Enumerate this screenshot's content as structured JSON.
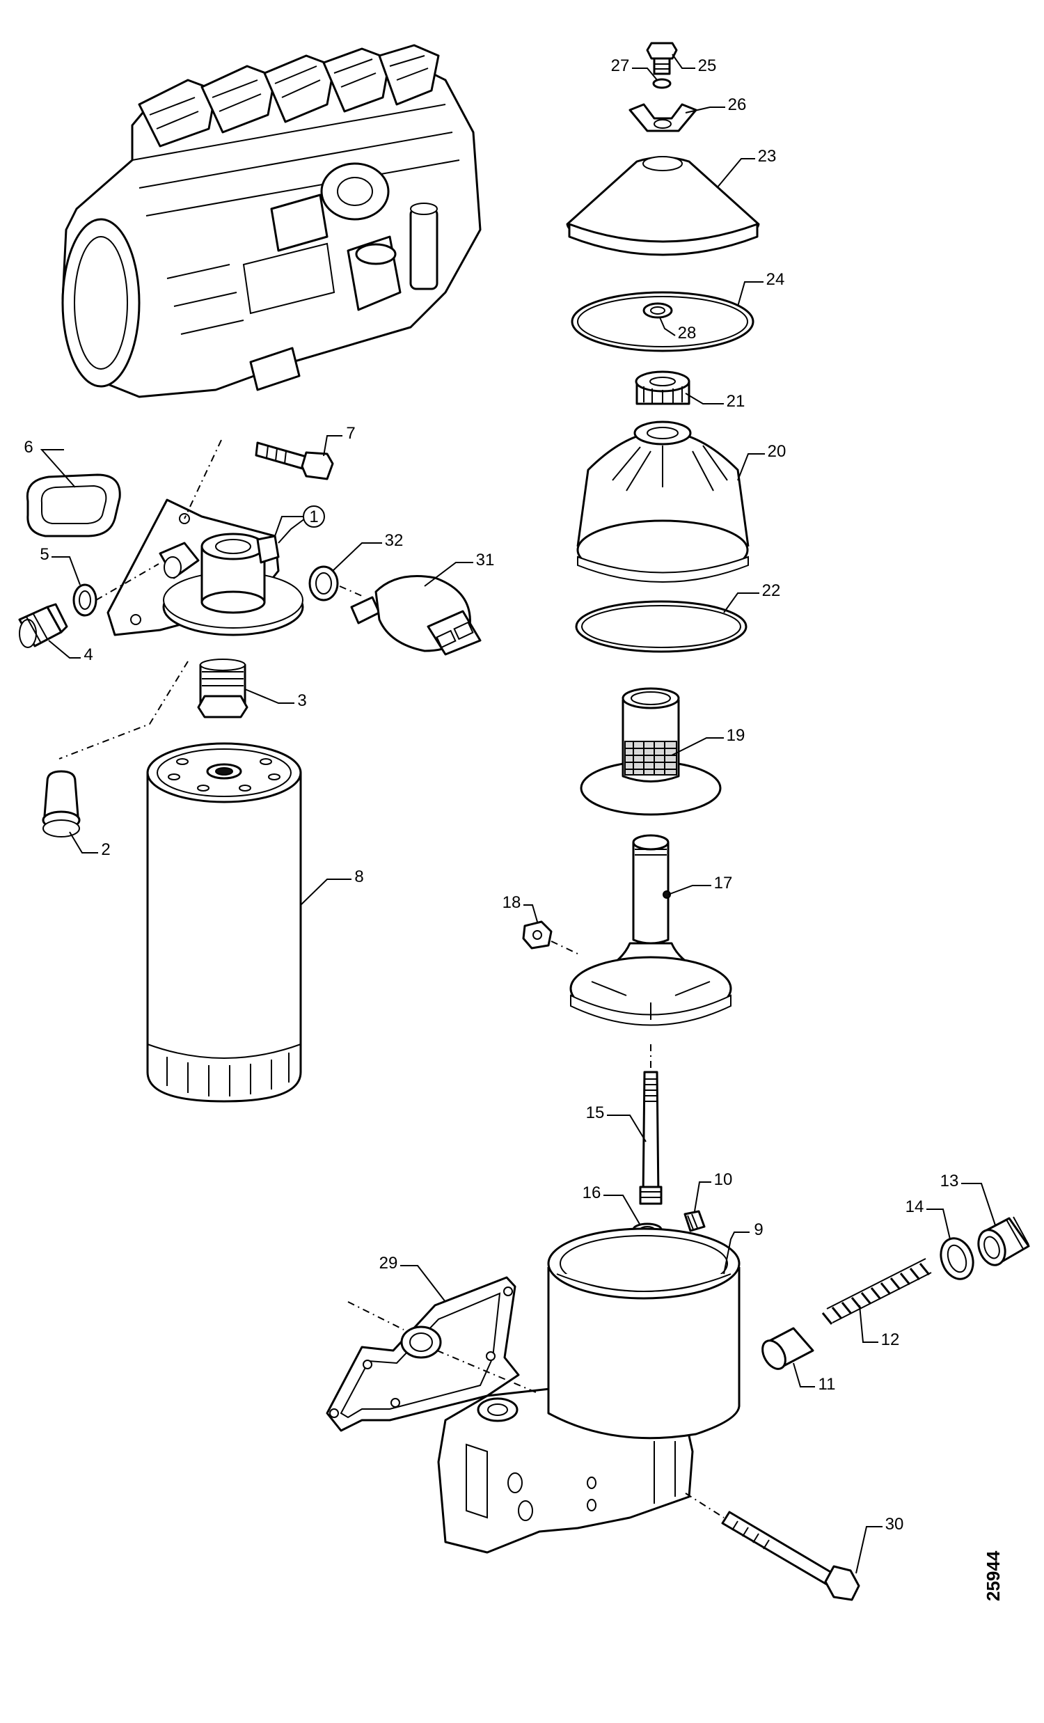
{
  "drawing_number": "25944",
  "callouts": [
    {
      "id": "c1",
      "label": "1",
      "circled": true
    },
    {
      "id": "c2",
      "label": "2"
    },
    {
      "id": "c3",
      "label": "3"
    },
    {
      "id": "c4",
      "label": "4"
    },
    {
      "id": "c5",
      "label": "5"
    },
    {
      "id": "c6",
      "label": "6"
    },
    {
      "id": "c7",
      "label": "7"
    },
    {
      "id": "c8",
      "label": "8"
    },
    {
      "id": "c9",
      "label": "9"
    },
    {
      "id": "c10",
      "label": "10"
    },
    {
      "id": "c11",
      "label": "11"
    },
    {
      "id": "c12",
      "label": "12"
    },
    {
      "id": "c13",
      "label": "13"
    },
    {
      "id": "c14",
      "label": "14"
    },
    {
      "id": "c15",
      "label": "15"
    },
    {
      "id": "c16",
      "label": "16"
    },
    {
      "id": "c17",
      "label": "17"
    },
    {
      "id": "c18",
      "label": "18"
    },
    {
      "id": "c19",
      "label": "19"
    },
    {
      "id": "c20",
      "label": "20"
    },
    {
      "id": "c21",
      "label": "21"
    },
    {
      "id": "c22",
      "label": "22"
    },
    {
      "id": "c23",
      "label": "23"
    },
    {
      "id": "c24",
      "label": "24"
    },
    {
      "id": "c25",
      "label": "25"
    },
    {
      "id": "c26",
      "label": "26"
    },
    {
      "id": "c27",
      "label": "27"
    },
    {
      "id": "c28",
      "label": "28"
    },
    {
      "id": "c29",
      "label": "29"
    },
    {
      "id": "c30",
      "label": "30"
    },
    {
      "id": "c31",
      "label": "31"
    },
    {
      "id": "c32",
      "label": "32"
    }
  ]
}
